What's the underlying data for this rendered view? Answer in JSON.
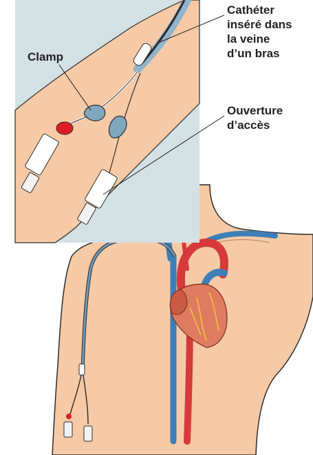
{
  "labels": {
    "clamp": "Clamp",
    "catheter": "Cathéter\ninséré dans\nla veine\nd’un bras",
    "opening": "Ouverture\nd’accès"
  },
  "colors": {
    "skin": "#f6caa6",
    "skin_outline": "#2b2b2b",
    "inset_background": "#d3e1e5",
    "catheter_blue": "#6f9bb8",
    "vein_blue": "#3d7fb8",
    "artery_red": "#d63a3a",
    "heart": "#df7b60",
    "clamp_red": "#e01b24",
    "leader_line": "#231f20"
  }
}
